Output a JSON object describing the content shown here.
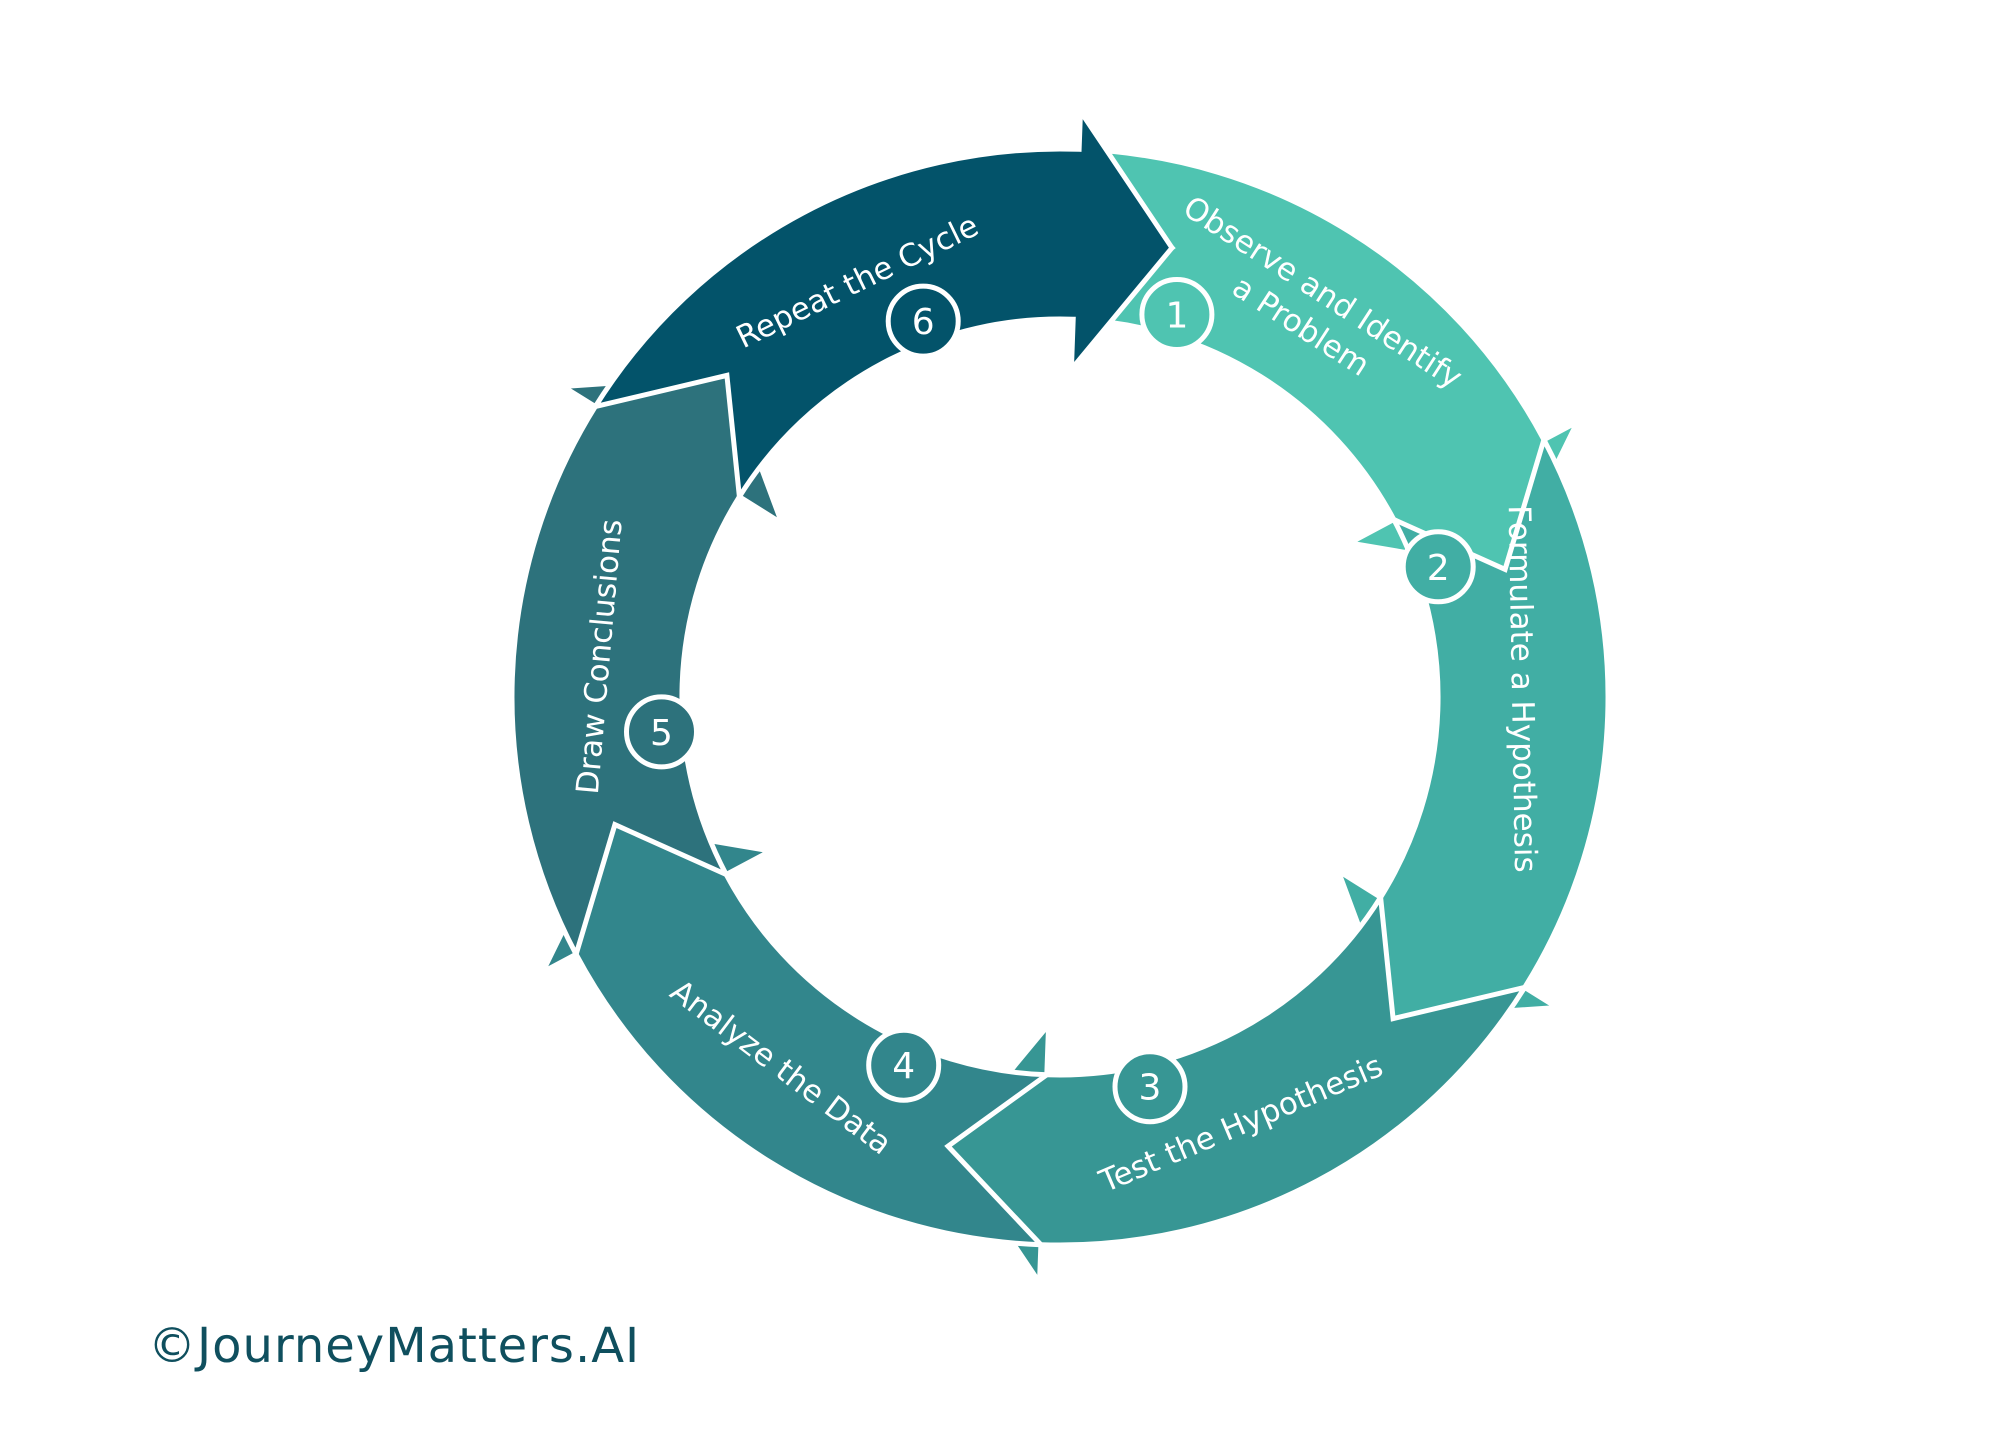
{
  "diagram": {
    "stages": [
      {
        "number": "1",
        "label_lines": [
          "Observe and Identify",
          "a Problem"
        ],
        "color": "#4fc4b1"
      },
      {
        "number": "2",
        "label_lines": [
          "Formulate a Hypothesis"
        ],
        "color": "#41aea4"
      },
      {
        "number": "3",
        "label_lines": [
          "Test the Hypothesis"
        ],
        "color": "#379694"
      },
      {
        "number": "4",
        "label_lines": [
          "Analyze the Data"
        ],
        "color": "#32868c"
      },
      {
        "number": "5",
        "label_lines": [
          "Draw Conclusions"
        ],
        "color": "#2d727c"
      },
      {
        "number": "6",
        "label_lines": [
          "Repeat the Cycle"
        ],
        "color": "#03536a"
      }
    ]
  },
  "footer": {
    "copyright": "©JourneyMatters.AI",
    "color": "#0f4f5e"
  }
}
